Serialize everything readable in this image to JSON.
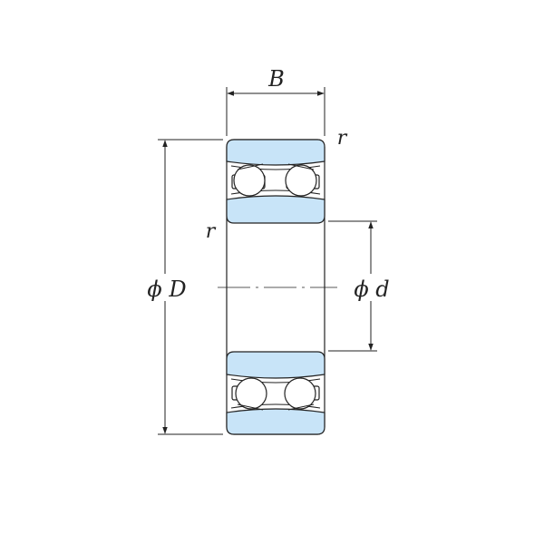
{
  "labels": {
    "width": "B",
    "outer_diameter": "ϕ D",
    "inner_diameter": "ϕ d",
    "chamfer_top": "r",
    "chamfer_left": "r"
  },
  "colors": {
    "ring_fill": "#c8e4f8",
    "line": "#222222",
    "background": "#ffffff"
  }
}
